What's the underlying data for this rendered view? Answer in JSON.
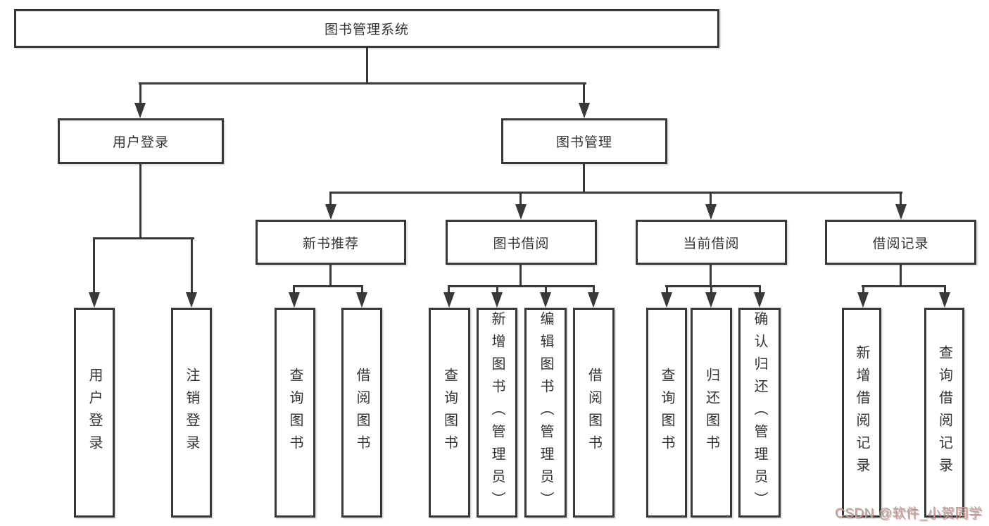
{
  "diagram": {
    "root": "图书管理系统",
    "user_login_branch": {
      "label": "用户登录",
      "children": [
        "用户登录",
        "注销登录"
      ]
    },
    "book_mgmt_branch": {
      "label": "图书管理",
      "groups": [
        {
          "label": "新书推荐",
          "children": [
            "查询图书",
            "借阅图书"
          ]
        },
        {
          "label": "图书借阅",
          "children": [
            "查询图书",
            "新增图书（管理员）",
            "编辑图书（管理员）",
            "借阅图书"
          ]
        },
        {
          "label": "当前借阅",
          "children": [
            "查询图书",
            "归还图书",
            "确认归还（管理员）"
          ]
        },
        {
          "label": "借阅记录",
          "children": [
            "新增借阅记录",
            "查询借阅记录"
          ]
        }
      ]
    }
  },
  "watermark": "CSDN @软件_小贺同学",
  "colors": {
    "line": "#383838",
    "text": "#333333",
    "watermark": "#a8a8a8",
    "watermark_shadow": "#c95749"
  }
}
